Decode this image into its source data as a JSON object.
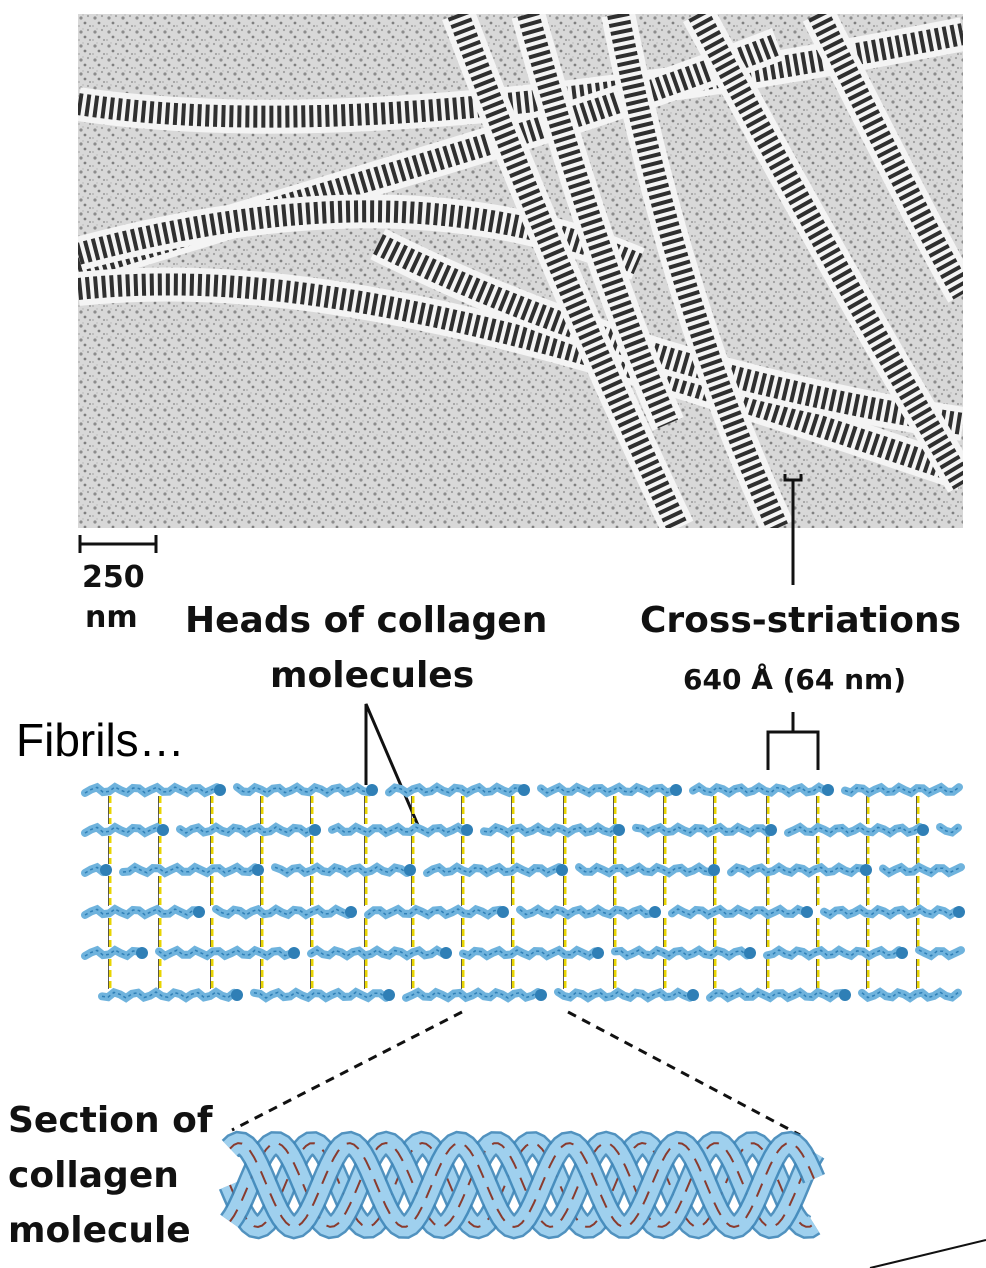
{
  "scale_bar": {
    "value": "250",
    "unit": "nm"
  },
  "labels": {
    "heads_line1": "Heads of collagen",
    "heads_line2": "molecules",
    "cross_title": "Cross-striations",
    "cross_measure": "640 Å (64 nm)",
    "fibrils": "Fibrils…",
    "section_line1": "Section of",
    "section_line2": "collagen",
    "section_line3": "molecule"
  },
  "colors": {
    "micrograph_bg": "#d4d4d4",
    "fibril_dark": "#3a3a3a",
    "fibril_light": "#f2f2f2",
    "molecule_blue": "#6fb3dd",
    "molecule_dark": "#2f7fb6",
    "gap_yellow": "#e8d400",
    "triple_helix_blue": "#9fd0ee",
    "triple_helix_red": "#8a3b2e"
  }
}
